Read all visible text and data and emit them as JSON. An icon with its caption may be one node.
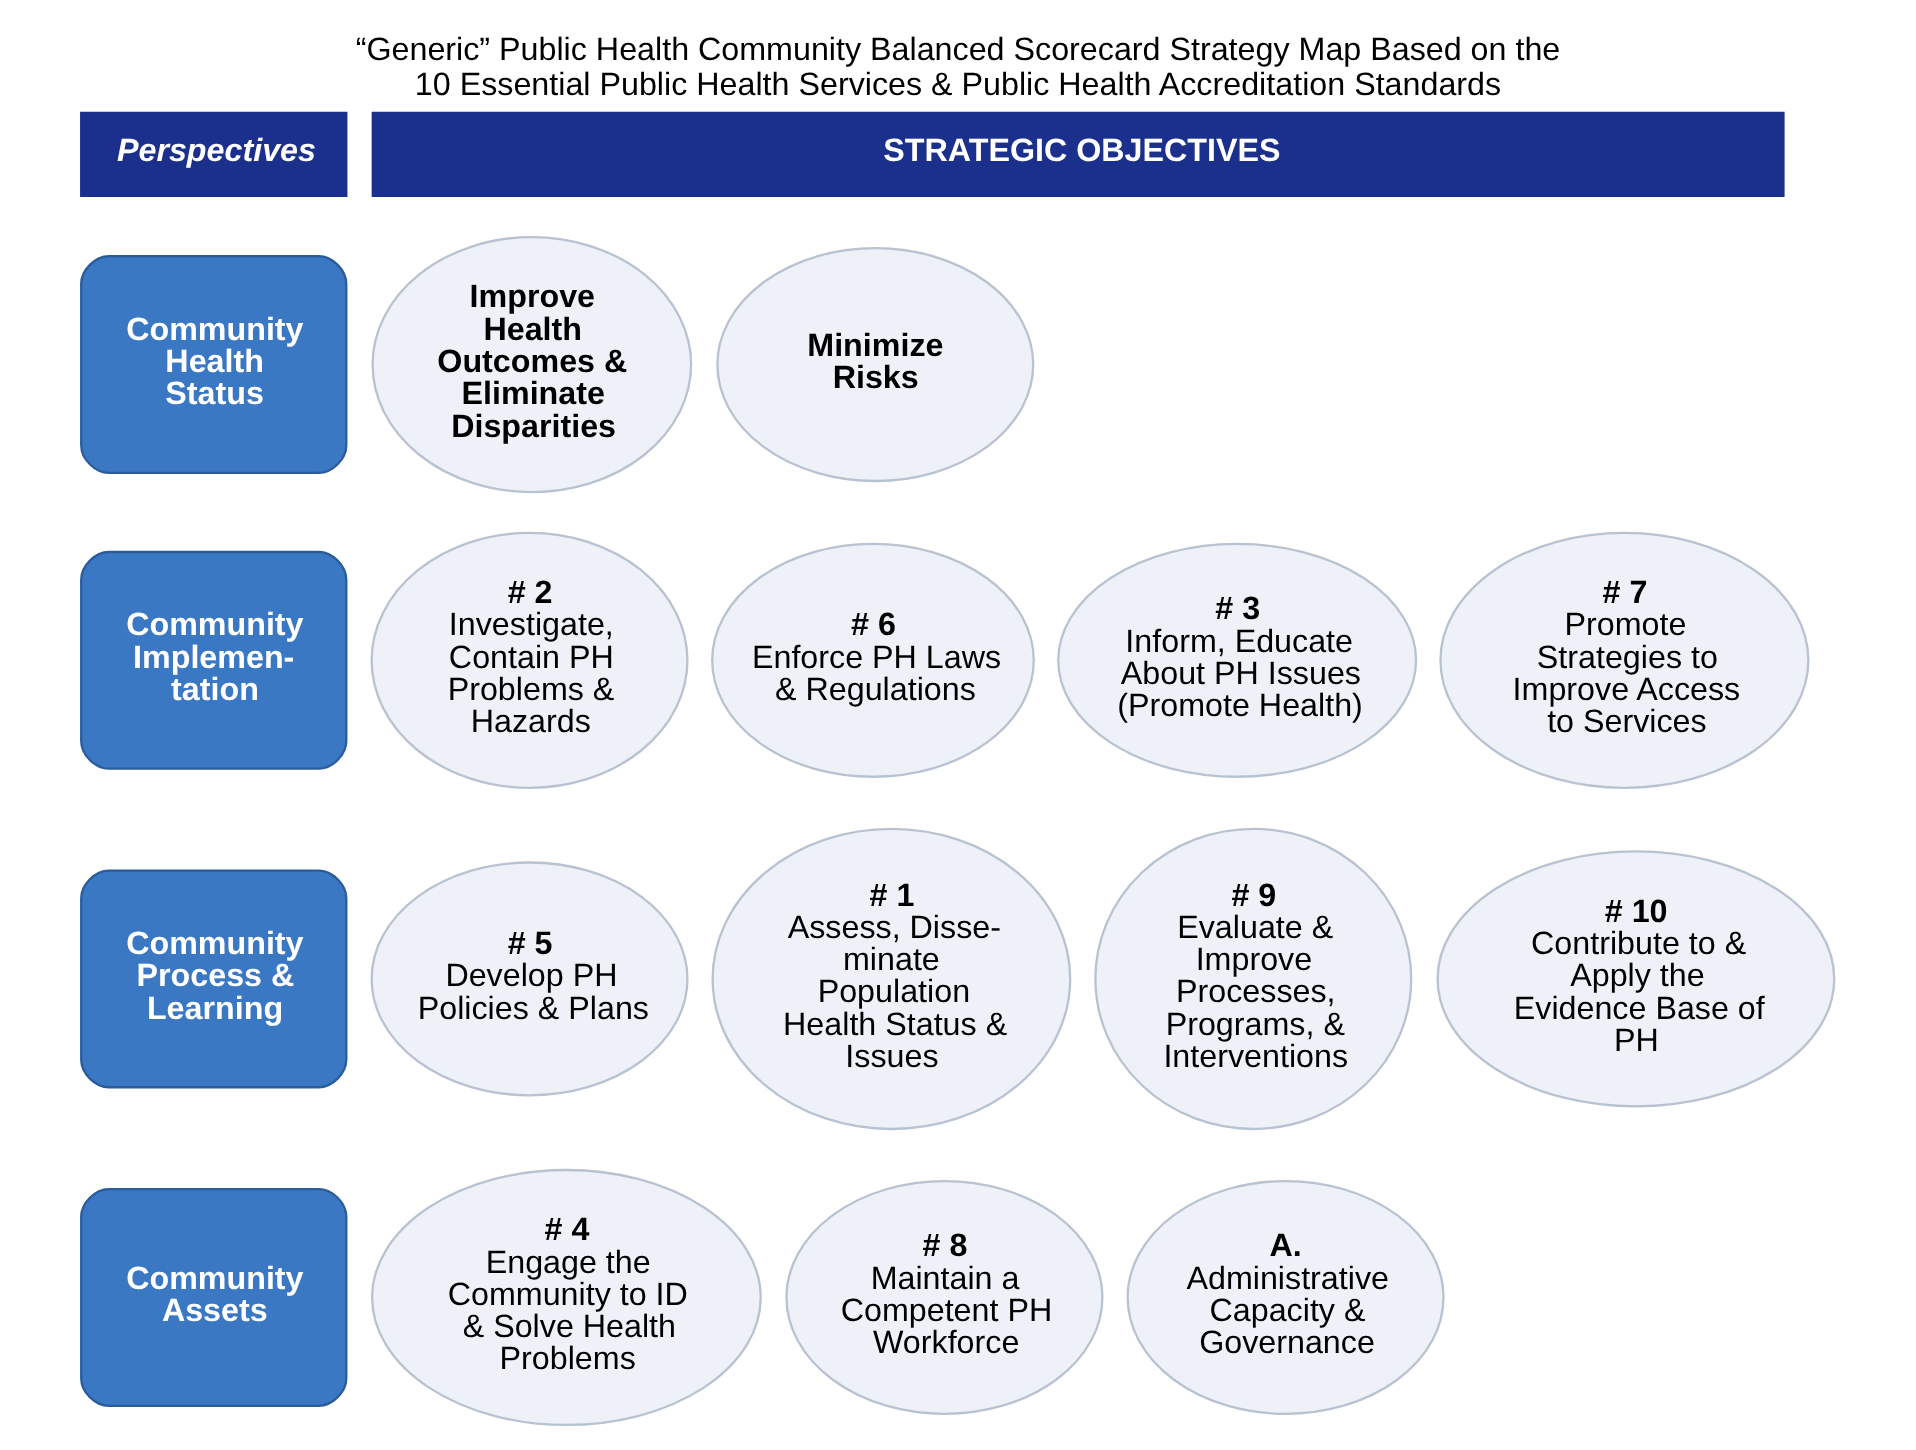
{
  "diagram": {
    "title": "“Generic” Public Health Community Balanced Scorecard Strategy Map Based on the 10 Essential Public Health Services & Public Health Accreditation Standards",
    "nodes": [
      {
        "text": [
          "Perspectives"
        ]
      },
      {
        "text": [
          "STRATEGIC OBJECTIVES"
        ]
      },
      {
        "text": [
          "Community Health Status"
        ]
      },
      {
        "text": [
          "Improve Health Outcomes & Eliminate Disparities"
        ]
      },
      {
        "text": [
          "Minimize Risks"
        ]
      },
      {
        "text": [
          "Community Implemen-tation"
        ]
      },
      {
        "text": [
          "# 2",
          "Investigate, Contain PH Problems & Hazards"
        ]
      },
      {
        "text": [
          "# 6",
          "Enforce PH Laws & Regulations"
        ]
      },
      {
        "text": [
          "# 3",
          "Inform, Educate About PH Issues (Promote Health)"
        ]
      },
      {
        "text": [
          "# 7",
          "Promote Strategies to Improve Access to Services"
        ]
      },
      {
        "text": [
          "Community Process & Learning"
        ]
      },
      {
        "text": [
          "# 5",
          "Develop PH Policies & Plans"
        ]
      },
      {
        "text": [
          "# 1",
          "Assess, Disse-minate Population Health Status & Issues"
        ]
      },
      {
        "text": [
          "# 9",
          "Evaluate & Improve Processes, Programs, & Interventions"
        ]
      },
      {
        "text": [
          "# 10",
          "Contribute to & Apply the Evidence Base of PH"
        ]
      },
      {
        "text": [
          "Community Assets"
        ]
      },
      {
        "text": [
          "# 4",
          "Engage the Community to ID & Solve Health Problems"
        ]
      },
      {
        "text": [
          "# 8",
          "Maintain a Competent PH Workforce"
        ]
      },
      {
        "text": [
          "A.",
          "Administrative Capacity & Governance"
        ]
      }
    ]
  }
}
